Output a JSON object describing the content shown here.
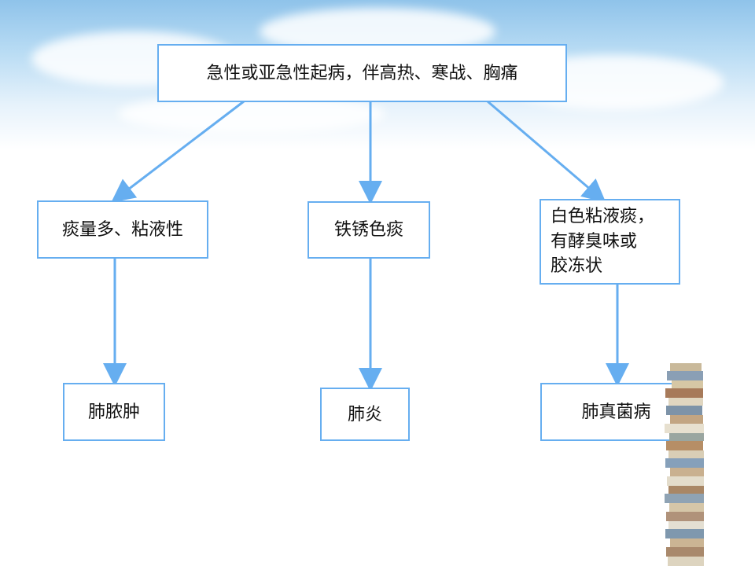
{
  "colors": {
    "border": "#66aef0",
    "arrow": "#66aef0",
    "sky": "#8fc3ea"
  },
  "nodes": {
    "root": "急性或亚急性起病，伴高热、寒战、胸痛",
    "left_symptom": "痰量多、粘液性",
    "center_symptom": "铁锈色痰",
    "right_symptom": "白色粘液痰，\n有酵臭味或\n胶冻状",
    "left_result": "肺脓肿",
    "center_result": "肺炎",
    "right_result": "肺真菌病"
  },
  "decoration": {
    "book_stack_icon": "book-stack-icon"
  }
}
